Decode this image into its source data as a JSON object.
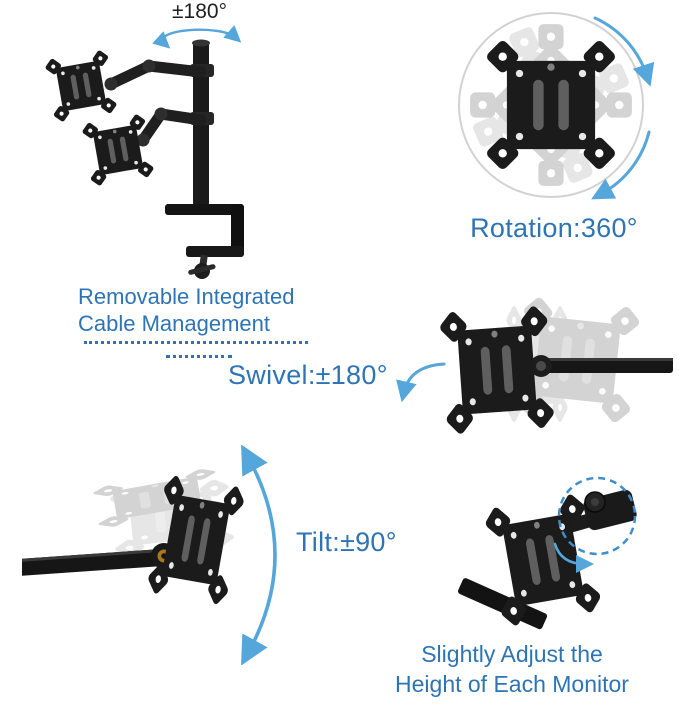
{
  "colors": {
    "accent_blue": "#2e74b5",
    "arrow_blue": "#55a6db",
    "dashed_blue": "#3e8ecc",
    "product_black": "#1b1b1b",
    "ghost_gray": "#d3d3d3",
    "ghost_gray_light": "#e6e6e6",
    "circle_gray": "#d2d2d2",
    "washer_bronze": "#a9791f"
  },
  "labels": {
    "pole_rotation": "±180°",
    "rotation": "Rotation:360°",
    "cable_line1": "Removable Integrated",
    "cable_line2": "Cable Management",
    "swivel": "Swivel:±180°",
    "tilt": "Tilt:±90°",
    "adjust_line1": "Slightly Adjust the",
    "adjust_line2": "Height of Each Monitor"
  },
  "illustrations": {
    "monitor_arm": "dual-monitor-desk-mount-with-c-clamp",
    "rotation_circle": "vesa-plate-360-rotation",
    "swivel_view": "vesa-plate-swivel-on-arm",
    "tilt_view": "vesa-plate-tilt-on-arm",
    "height_adjust_view": "vesa-bracket-height-adjust-knob"
  }
}
